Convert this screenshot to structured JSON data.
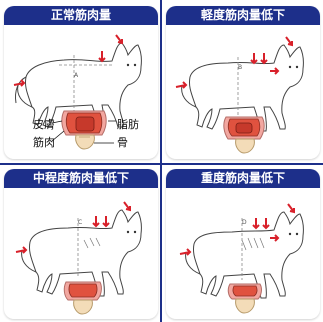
{
  "panels": [
    {
      "title": "正常筋肉量",
      "marker": "A",
      "level": "normal"
    },
    {
      "title": "軽度筋肉量低下",
      "marker": "B",
      "level": "mild"
    },
    {
      "title": "中程度筋肉量低下",
      "marker": "C",
      "level": "moderate"
    },
    {
      "title": "重度筋肉量低下",
      "marker": "D",
      "level": "severe"
    }
  ],
  "cross_section_labels": {
    "skin": "皮膚",
    "fat": "脂肪",
    "muscle": "筋肉",
    "bone": "骨"
  },
  "colors": {
    "header": "#1d2f8a",
    "arrow": "#d8202a",
    "muscle": "#e0523f",
    "bone": "#f3dcb8",
    "skin": "#f2a7a0"
  }
}
